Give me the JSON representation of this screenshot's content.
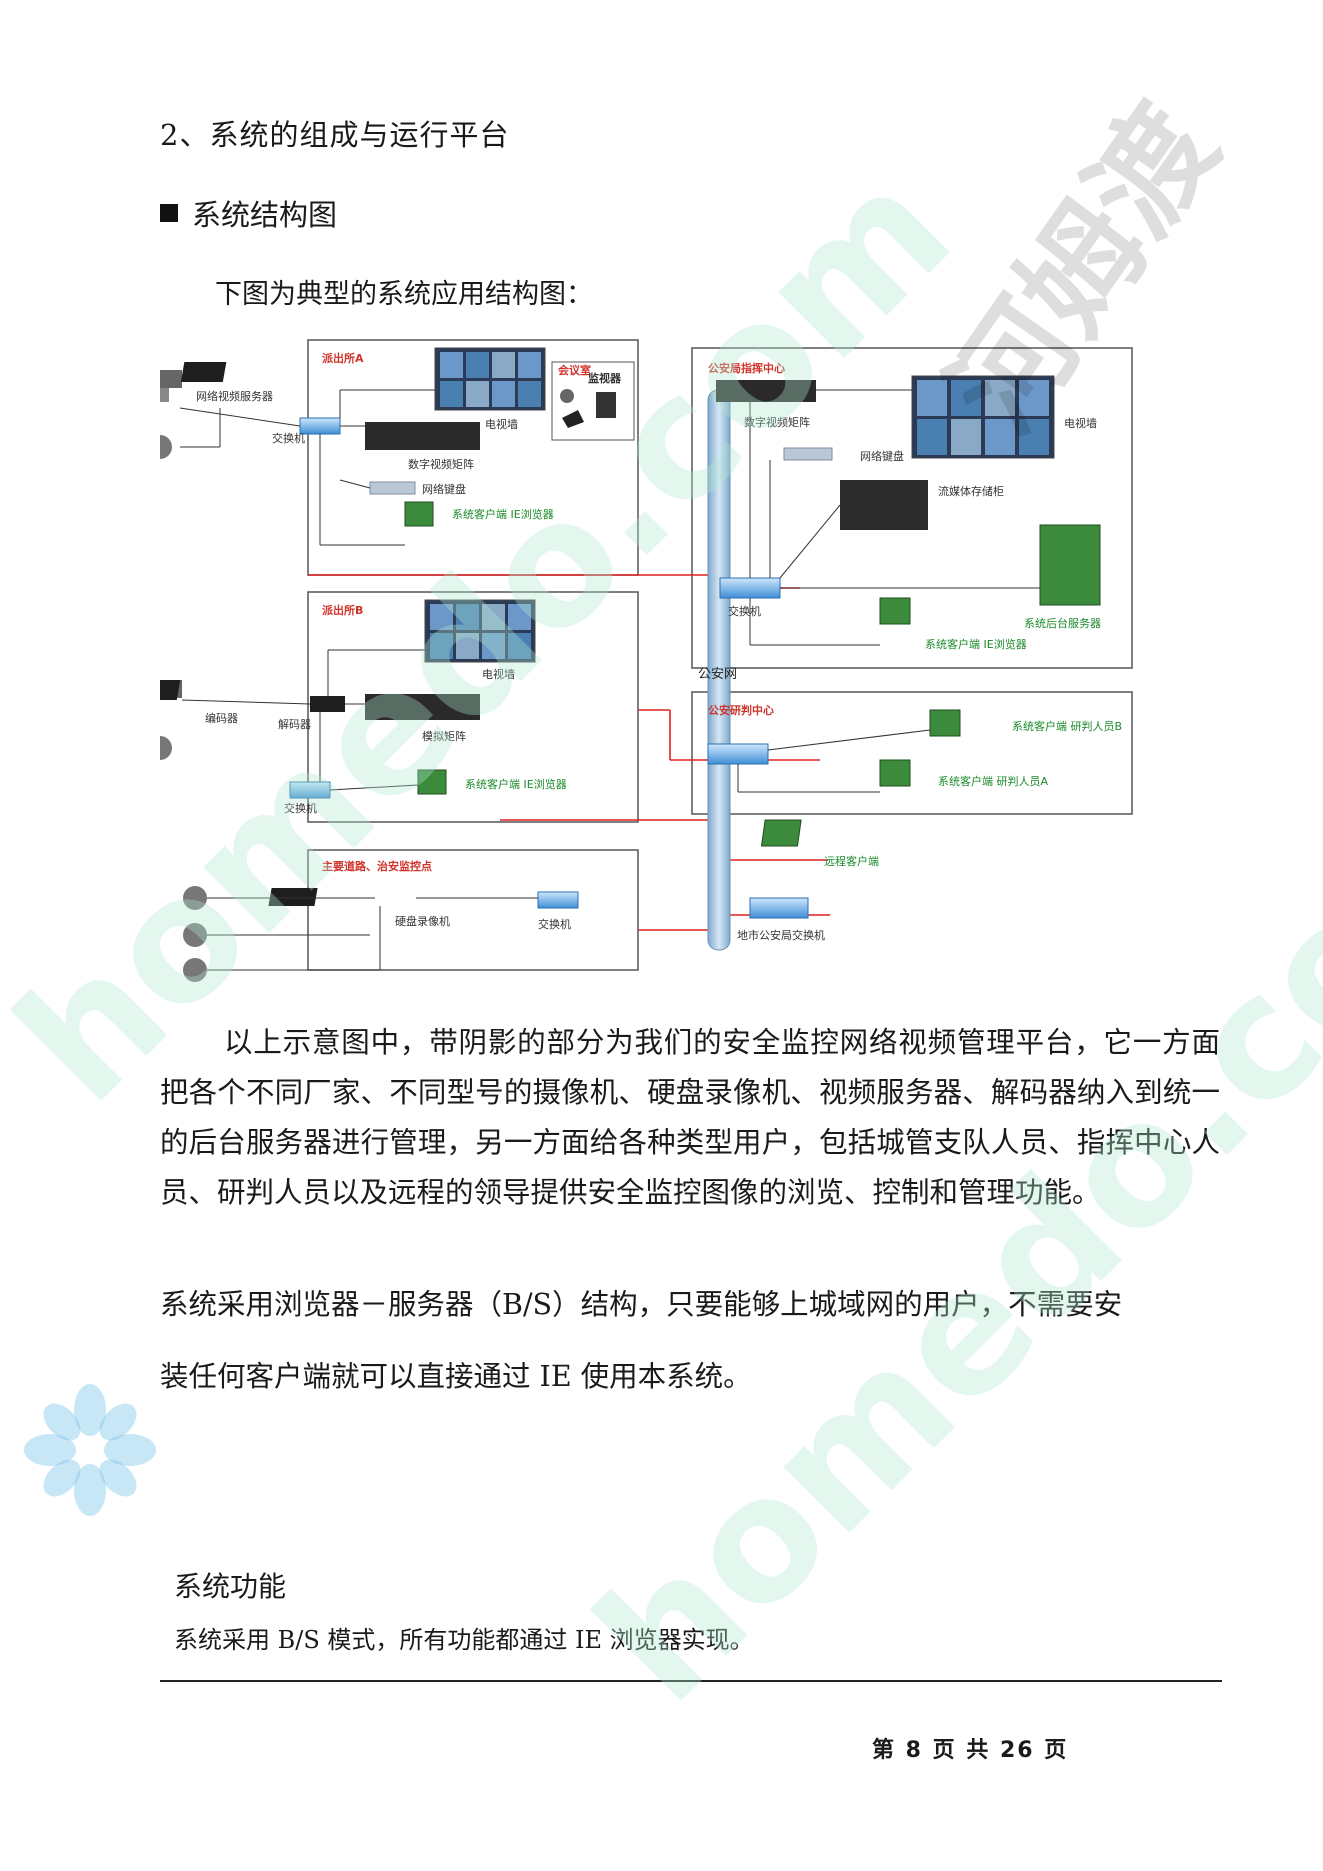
{
  "section_heading": "2、系统的组成与运行平台",
  "bullet_heading": "系统结构图",
  "intro_text": "下图为典型的系统应用结构图：",
  "diagram": {
    "zones": {
      "a": "派出所A",
      "b": "派出所B",
      "roads": "主要道路、治安监控点",
      "command": "公安局指挥中心",
      "research": "公安研判中心"
    },
    "backbone_label": "公安网",
    "labels": {
      "video_server": "网络视频服务器",
      "switch": "交换机",
      "tv_wall": "电视墙",
      "meeting_room": "会议室",
      "monitor": "监视器",
      "digital_matrix": "数字视频矩阵",
      "network_keyboard": "网络键盘",
      "client_ie": "系统客户端 IE浏览器",
      "encoder": "编码器",
      "decoder": "解码器",
      "analog_matrix": "模拟矩阵",
      "dvr": "硬盘录像机",
      "remote_client": "远程客户端",
      "city_switch": "地市公安局交换机",
      "stream_cabinet": "流媒体存储柜",
      "backend_server": "系统后台服务器",
      "client_research_b": "系统客户端 研判人员B",
      "client_research_a": "系统客户端 研判人员A"
    }
  },
  "paragraph_1": "以上示意图中，带阴影的部分为我们的安全监控网络视频管理平台，它一方面把各个不同厂家、不同型号的摄像机、硬盘录像机、视频服务器、解码器纳入到统一的后台服务器进行管理，另一方面给各种类型用户，包括城管支队人员、指挥中心人员、研判人员以及远程的领导提供安全监控图像的浏览、控制和管理功能。",
  "paragraph_2": "系统采用浏览器－服务器（B/S）结构，只要能够上城域网的用户，不需要安",
  "paragraph_3": "装任何客户端就可以直接通过 IE 使用本系统。",
  "function_heading": "系统功能",
  "function_text": "系统采用 B/S 模式，所有功能都通过 IE 浏览器实现。",
  "page_number": "第 8 页 共 26 页",
  "watermark": {
    "brand": "河姆渡",
    "site": "homedo.com"
  },
  "colors": {
    "zone_title": "#d0342c",
    "link_red": "#e02020",
    "backbone": "#9ec1dd",
    "label_green": "#1a8a2a"
  }
}
